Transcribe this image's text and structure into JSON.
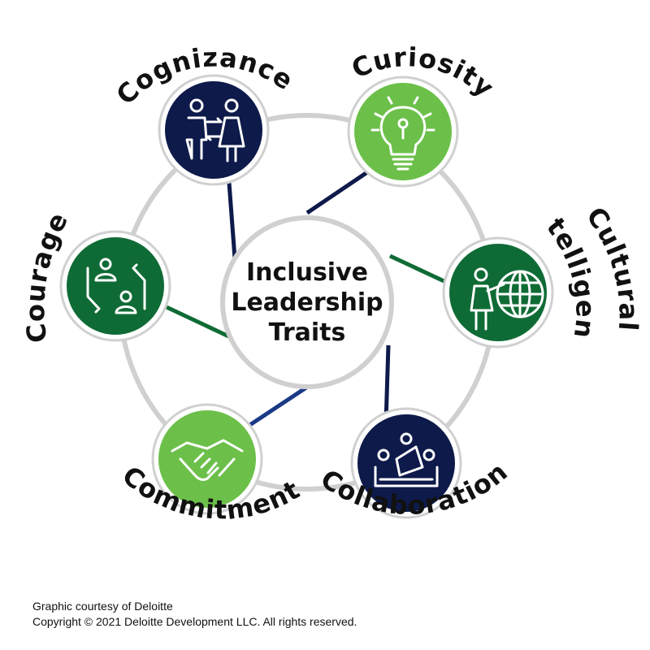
{
  "center": {
    "line1": "Inclusive",
    "line2": "Leadership",
    "line3": "Traits"
  },
  "traits": [
    {
      "label": "Cognizance",
      "icon": "people-exchange-icon",
      "color": "#0d1a4a"
    },
    {
      "label": "Curiosity",
      "icon": "lightbulb-icon",
      "color": "#6cc04a"
    },
    {
      "label": "Cultural",
      "label2": "Intelligence",
      "icon": "person-globe-icon",
      "color": "#0f6b35"
    },
    {
      "label": "Collaboration",
      "icon": "meeting-table-icon",
      "color": "#0d1a4a"
    },
    {
      "label": "Commitment",
      "icon": "handshake-icon",
      "color": "#6cc04a"
    },
    {
      "label": "Courage",
      "icon": "people-cycle-icon",
      "color": "#0f6b35"
    }
  ],
  "footer": {
    "credit": "Graphic courtesy of Deloitte",
    "copyright": "Copyright © 2021 Deloitte Development LLC. All rights reserved."
  }
}
